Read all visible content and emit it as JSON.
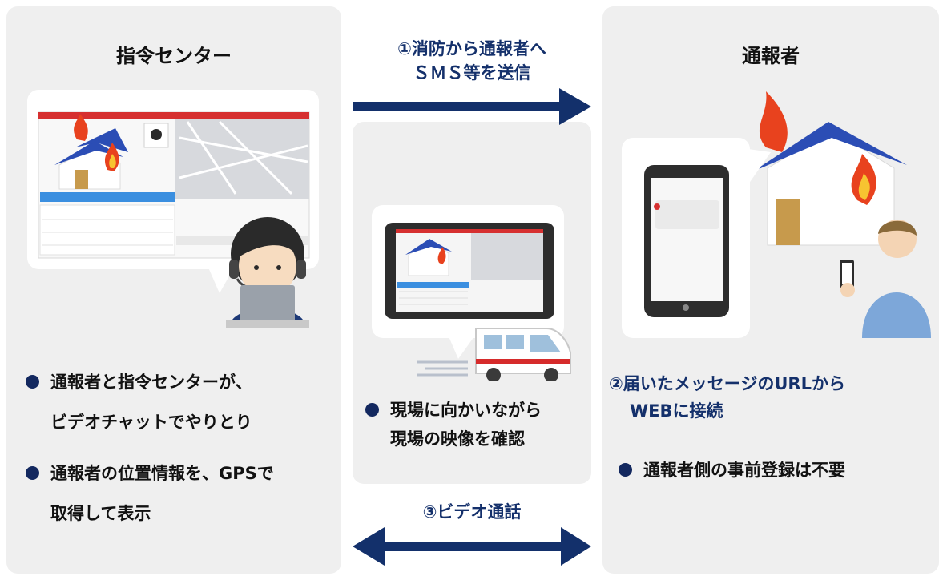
{
  "left": {
    "title": "指令センター",
    "bullets": [
      [
        "通報者と指令センターが、",
        "ビデオチャットでやりとり"
      ],
      [
        "通報者の位置情報を、GPSで",
        "取得して表示"
      ]
    ]
  },
  "middle": {
    "step1": [
      "①消防から通報者へ",
      "ＳＭＳ等を送信"
    ],
    "bullet": [
      "現場に向かいながら",
      "現場の映像を確認"
    ],
    "step3": "③ビデオ通話"
  },
  "right": {
    "title": "通報者",
    "step2": [
      "②届いたメッセージのURLから",
      "WEBに接続"
    ],
    "bullet": "通報者側の事前登録は不要"
  },
  "colors": {
    "panel_bg": "#efefef",
    "arrow": "#13306b",
    "text_accent": "#14306b",
    "fire": "#e8421e",
    "roof": "#2b4db5",
    "ambulance_stripe": "#d62b2b"
  }
}
